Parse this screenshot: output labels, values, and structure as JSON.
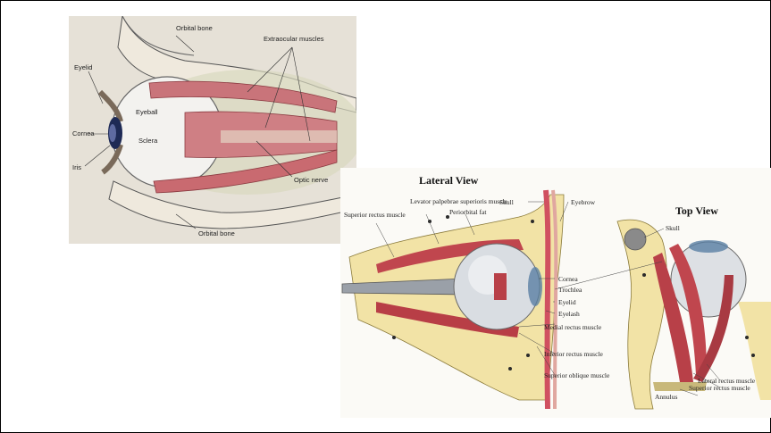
{
  "diagram_a": {
    "labels": {
      "orbital_bone_top": "Orbital bone",
      "extraocular_muscles": "Extraocular muscles",
      "eyelid": "Eyelid",
      "eyeball": "Eyeball",
      "cornea": "Cornea",
      "sclera": "Sclera",
      "iris": "Iris",
      "optic_nerve": "Optic nerve",
      "orbital_bone_bottom": "Orbital bone"
    }
  },
  "diagram_b": {
    "lateral_title": "Lateral View",
    "top_title": "Top View",
    "labels": {
      "skull_lateral": "Skull",
      "eyebrow": "Eyebrow",
      "levator": "Levator palpebrae superioris muscle",
      "periorbital_fat": "Periorbital fat",
      "superior_rectus": "Superior rectus muscle",
      "cornea": "Cornea",
      "trochlea": "Trochlea",
      "eyelid": "Eyelid",
      "eyelash": "Eyelash",
      "medial_rectus": "Medial rectus muscle",
      "inferior_rectus": "Inferior rectus muscle",
      "superior_oblique": "Superior oblique muscle",
      "skull_top": "Skull",
      "lateral_rectus_top": "Lateral rectus muscle",
      "superior_rectus_top": "Superior rectus muscle",
      "annulus": "Annulus"
    }
  }
}
